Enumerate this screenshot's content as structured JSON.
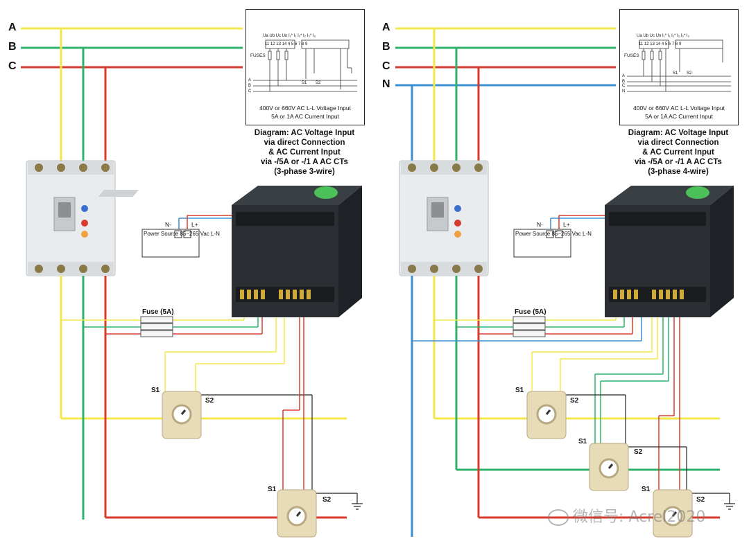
{
  "colors": {
    "phase_a": "#f2e84a",
    "phase_b": "#2fb36b",
    "phase_c": "#d83a2e",
    "neutral": "#3b8fd0",
    "ct_wire": "#222222",
    "meter_body": "#2b2f33",
    "breaker_body": "#e9ecee",
    "ct_body": "#e8dcb8"
  },
  "left": {
    "phases": [
      "A",
      "B",
      "C"
    ],
    "inset": {
      "terminal_labels": "Ua Ub Uc Un   I₁* I₁ I₂* I₂ I₃* I₃",
      "terminal_numbers": "11 12 13 14   4 5 6 7 8 9",
      "fuses": "FUSES",
      "line_labels": [
        "A",
        "B",
        "C"
      ],
      "ct_labels": [
        "S1",
        "S2"
      ],
      "text_line1": "400V or 660V AC L-L Voltage Input",
      "text_line2": "5A or 1A AC Current Input"
    },
    "caption": "Diagram: AC Voltage Input\nvia direct Connection\n& AC Current Input\nvia -/5A or -/1 A AC CTs\n(3-phase 3-wire)",
    "power": {
      "n": "N-",
      "l": "L+",
      "source": "Power\nSource\n85~265\nVac L-N"
    },
    "fuse_label": "Fuse (5A)",
    "ct_s1": "S1",
    "ct_s2": "S2"
  },
  "right": {
    "phases": [
      "A",
      "B",
      "C",
      "N"
    ],
    "inset": {
      "terminal_labels": "Ua Ub Uc Un   I₁* I₁ I₂* I₂ I₃* I₃",
      "terminal_numbers": "11 12 13 14   4 5 6 7 8 9",
      "fuses": "FUSES",
      "line_labels": [
        "A",
        "B",
        "C",
        "N"
      ],
      "ct_labels": [
        "S1",
        "S2"
      ],
      "text_line1": "400V or 660V AC L-L Voltage Input",
      "text_line2": "5A or 1A AC Current Input"
    },
    "caption": "Diagram: AC Voltage Input\nvia direct Connection\n& AC Current Input\nvia -/5A or -/1 A AC CTs\n(3-phase 4-wire)",
    "power": {
      "n": "N-",
      "l": "L+",
      "source": "Power\nSource\n85~265\nVac L-N"
    },
    "fuse_label": "Fuse (5A)",
    "ct_s1": "S1",
    "ct_s2": "S2"
  },
  "watermark": "微信号: Acrel2020"
}
